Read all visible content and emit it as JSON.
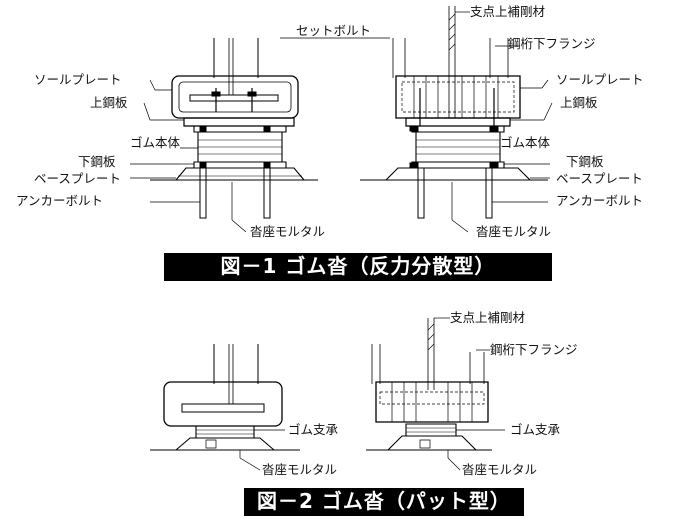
{
  "figure1": {
    "caption": "図－1 ゴム沓（反力分散型）",
    "labels": {
      "set_bolt": "セットボルト",
      "support_stiffener": "支点上補剛材",
      "girder_flange": "鋼桁下フランジ",
      "sole_plate_left": "ソールプレート",
      "upper_plate_left": "上鋼板",
      "rubber_body_left": "ゴム本体",
      "lower_plate_left": "下鋼板",
      "base_plate_left": "ベースプレート",
      "anchor_bolt_left": "アンカーボルト",
      "mortar_left": "沓座モルタル",
      "sole_plate_right": "ソールプレート",
      "upper_plate_right": "上鋼板",
      "rubber_body_right": "ゴム本体",
      "lower_plate_right": "下鋼板",
      "base_plate_right": "ベースプレート",
      "anchor_bolt_right": "アンカーボルト",
      "mortar_right": "沓座モルタル"
    }
  },
  "figure2": {
    "caption": "図－2 ゴム沓（パット型）",
    "labels": {
      "support_stiffener": "支点上補剛材",
      "girder_flange": "鋼桁下フランジ",
      "rubber_bearing_left": "ゴム支承",
      "mortar_left": "沓座モルタル",
      "rubber_bearing_right": "ゴム支承",
      "mortar_right": "沓座モルタル"
    }
  }
}
